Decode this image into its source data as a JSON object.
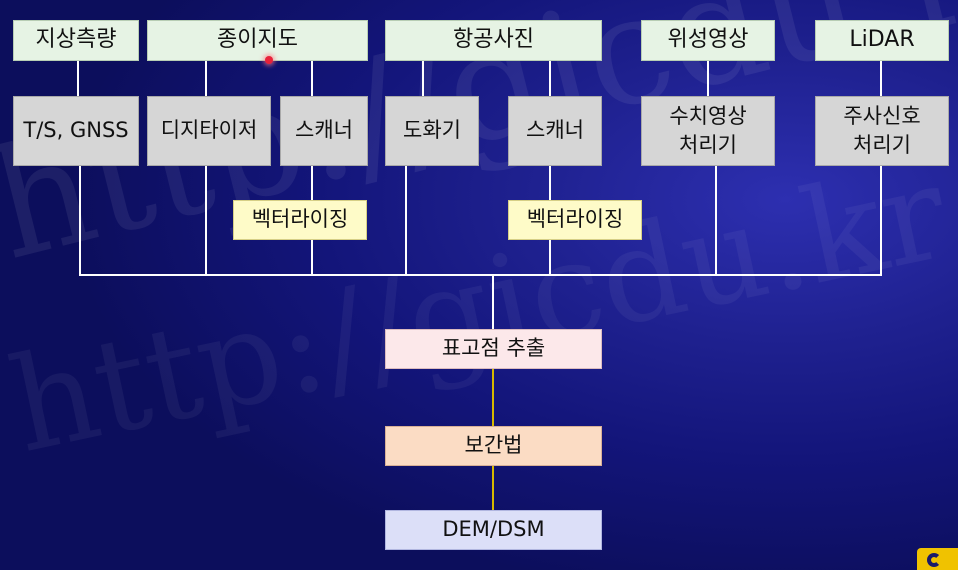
{
  "watermark": {
    "line1": "http://gicdu.kr",
    "line2": "http://gicdu.kr"
  },
  "sources": [
    {
      "label": "지상측량"
    },
    {
      "label": "종이지도"
    },
    {
      "label": "항공사진"
    },
    {
      "label": "위성영상"
    },
    {
      "label": "LiDAR"
    }
  ],
  "devices": [
    {
      "label": "T/S, GNSS"
    },
    {
      "label": "디지타이저"
    },
    {
      "label": "스캐너"
    },
    {
      "label": "도화기"
    },
    {
      "label": "스캐너"
    },
    {
      "label": "수치영상\n처리기"
    },
    {
      "label": "주사신호\n처리기"
    }
  ],
  "vectorizing": [
    {
      "label": "벡터라이징"
    },
    {
      "label": "벡터라이징"
    }
  ],
  "pipeline": {
    "extract": "표고점 추출",
    "interpolate": "보간법",
    "output": "DEM/DSM"
  },
  "colors": {
    "source_box": "#e6f3e4",
    "device_box": "#d6d6d6",
    "vectorizing_box": "#fefbc8",
    "extract_box": "#fce8ea",
    "interpolate_box": "#fbdcc4",
    "output_box": "#dcdff8",
    "connector_gold": "#d6b800",
    "connector_white": "#ffffff"
  },
  "icons": {
    "pointer": "laser-pointer-icon",
    "logo": "corner-logo-icon"
  }
}
